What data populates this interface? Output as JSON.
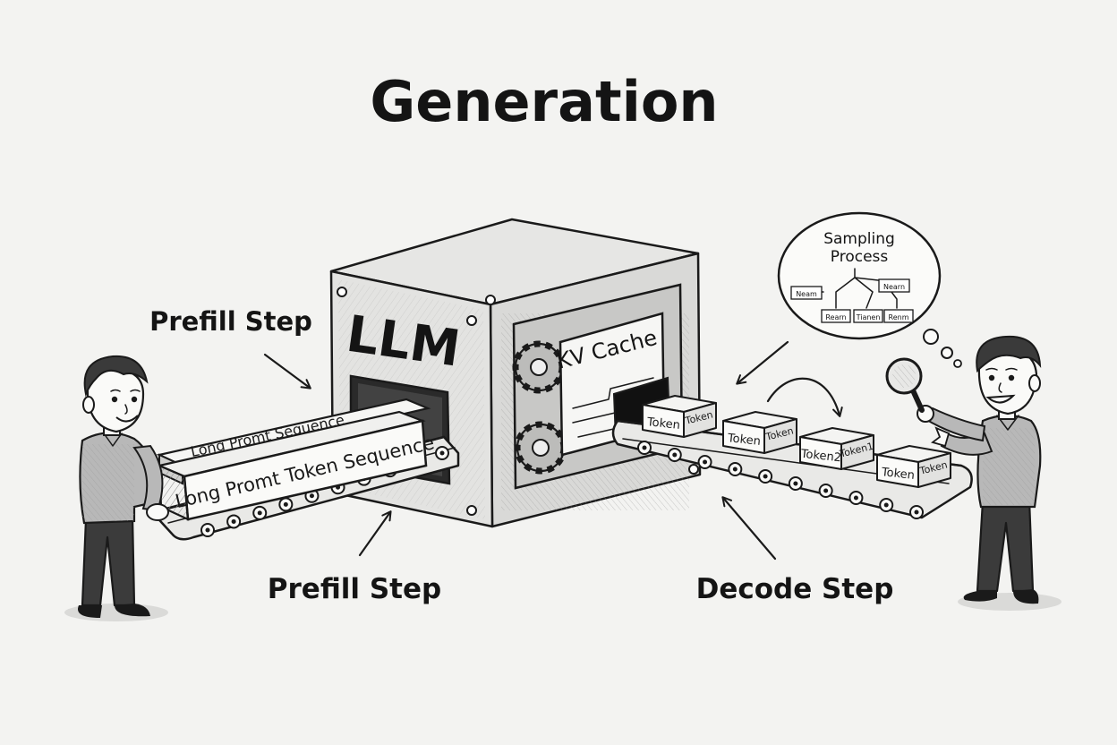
{
  "title": "Generation",
  "llm_label": "LLM",
  "kv_cache_label": "KV Cache",
  "labels": {
    "prefill_top": "Prefill Step",
    "prefill_bottom": "Prefill Step",
    "decode": "Decode Step"
  },
  "prompt_blocks": {
    "back": "Long Promt Sequence",
    "front": "Long Promt Token Sequence"
  },
  "sampling": {
    "line1": "Sampling",
    "line2": "Process",
    "nodes": [
      "Neam",
      "Nearn",
      "Rearn",
      "Tianen",
      "Renm"
    ]
  },
  "tokens": [
    {
      "a": "Token",
      "b": "Token"
    },
    {
      "a": "Token",
      "b": "Token"
    },
    {
      "a": "Token2",
      "b": "Token1"
    },
    {
      "a": "Token",
      "b": "Token"
    }
  ],
  "colors": {
    "ink": "#1a1a1a",
    "paper": "#f3f3f1",
    "metal": "#dcdcda",
    "shirt": "#b8b8b8"
  }
}
